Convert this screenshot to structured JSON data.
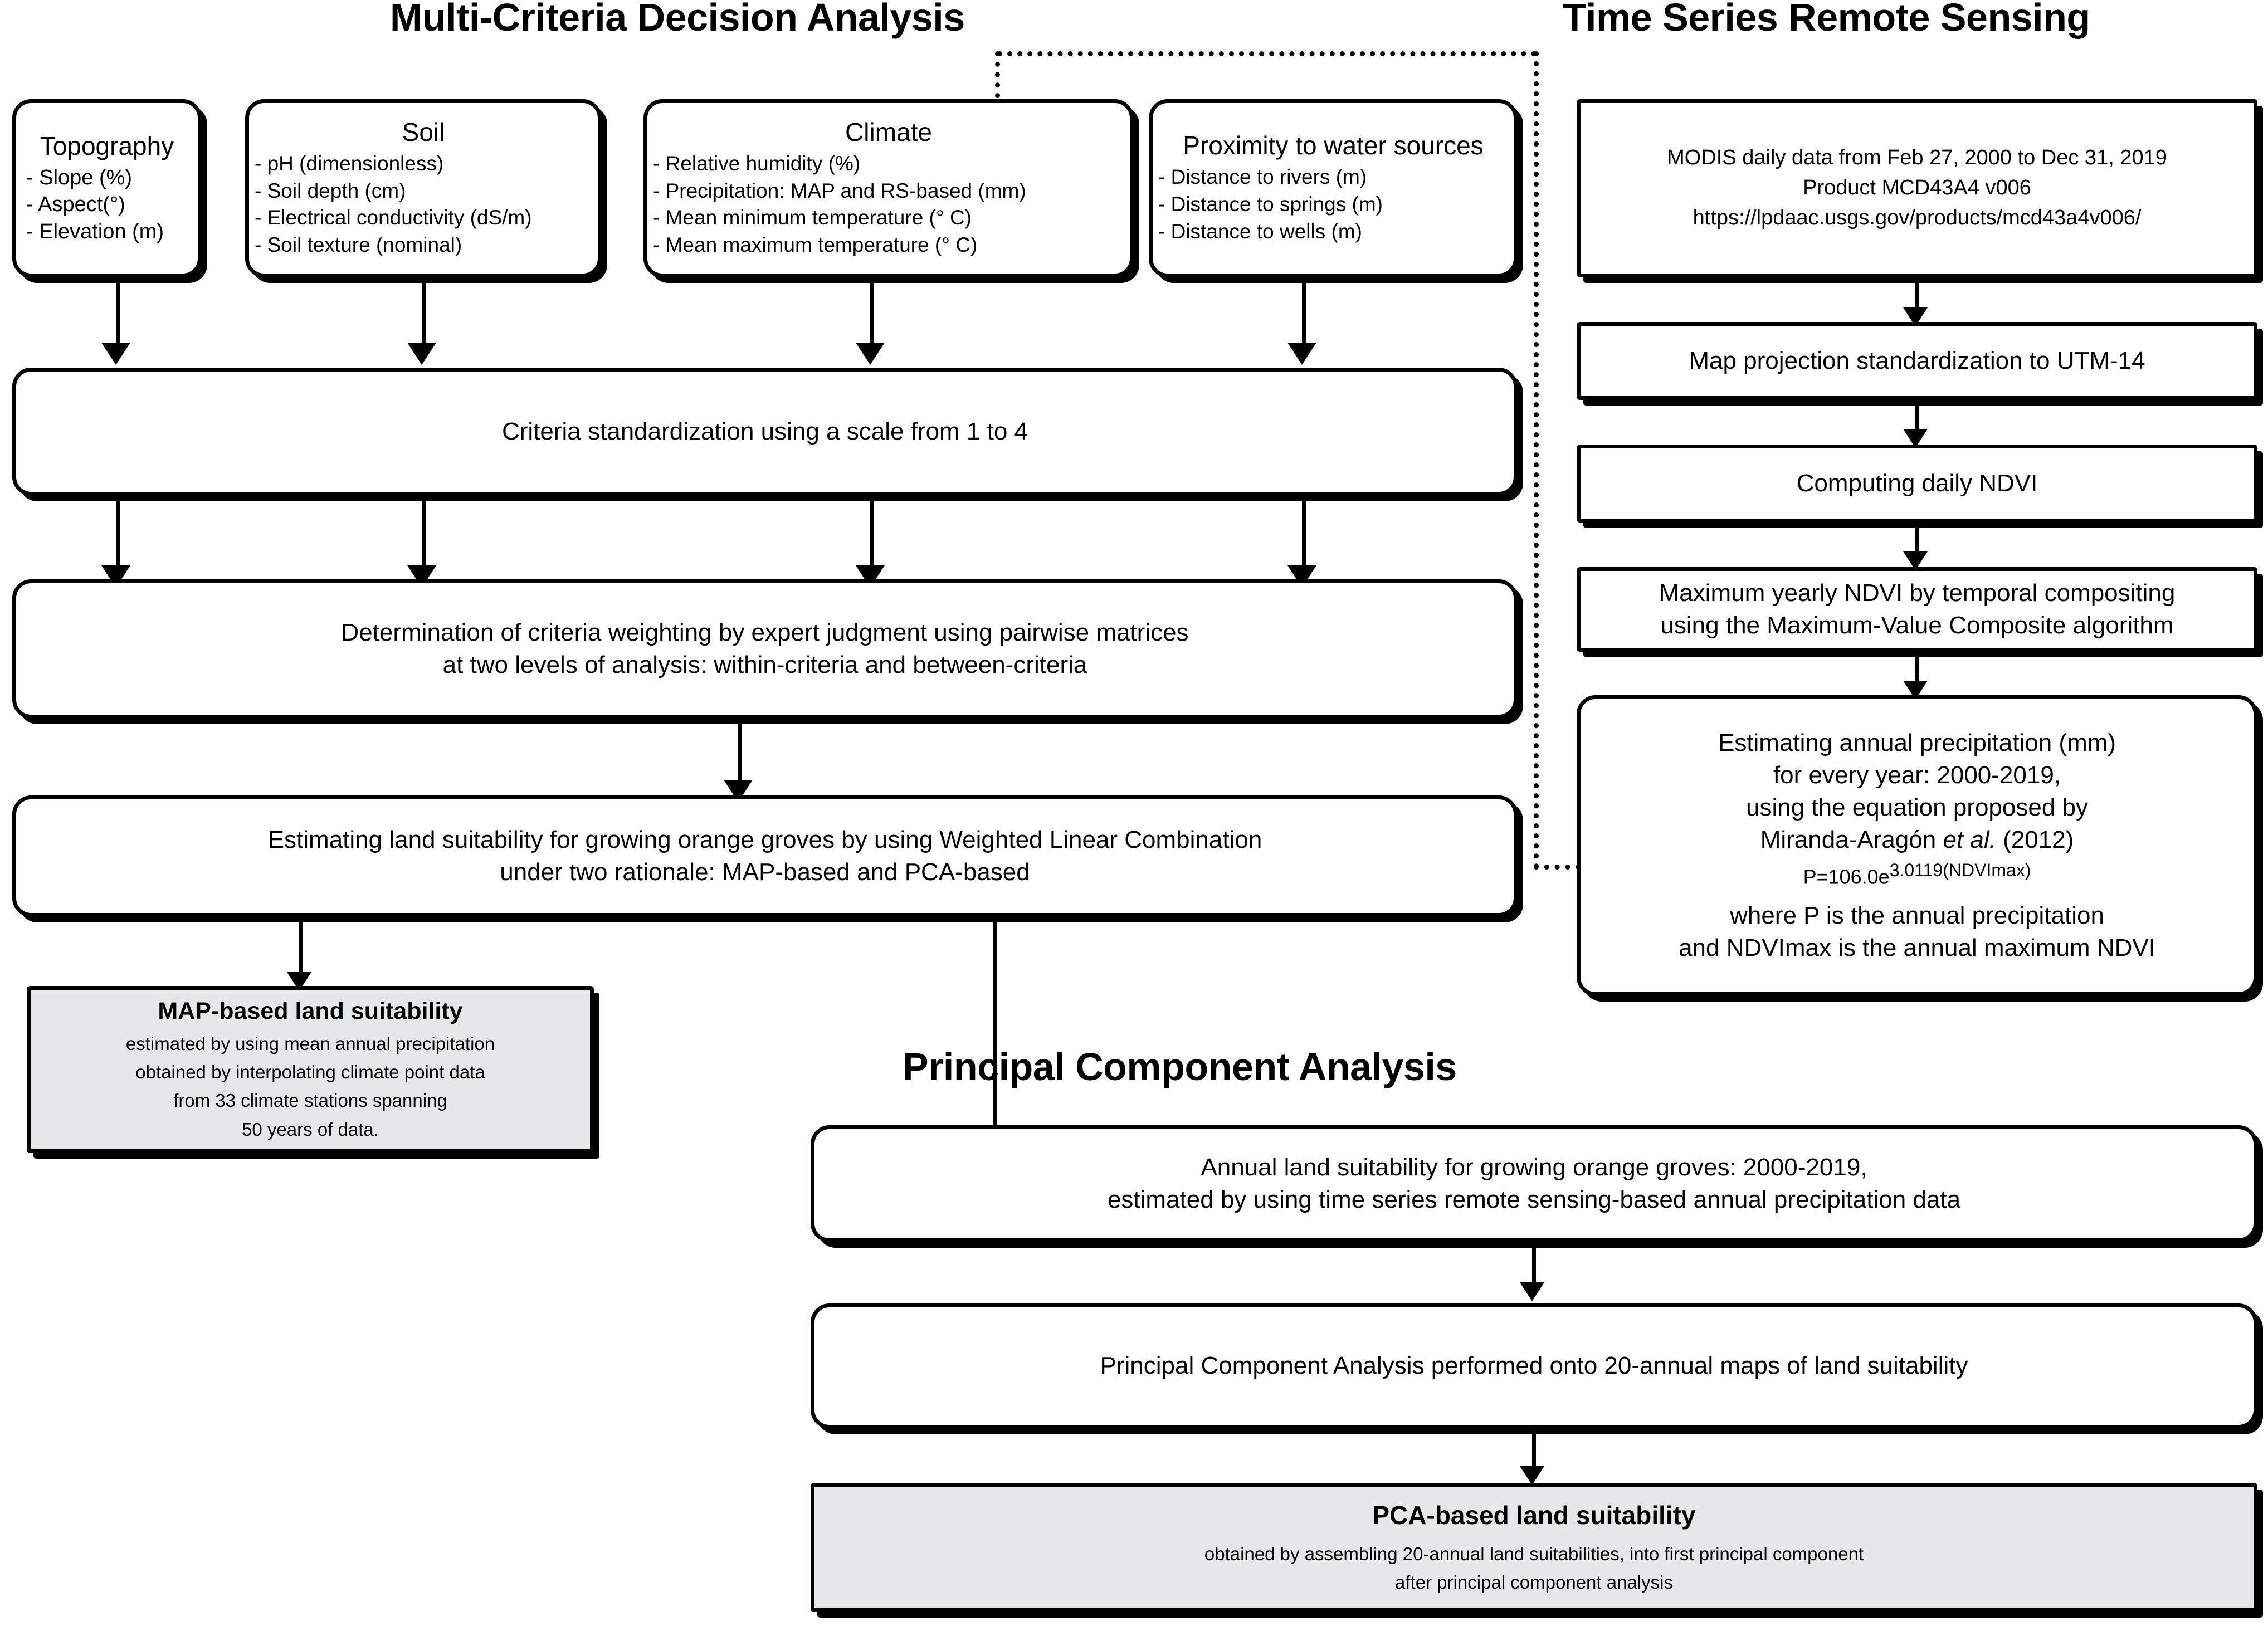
{
  "sections": {
    "mcda_title": "Multi-Criteria Decision Analysis",
    "tsrs_title": "Time Series Remote Sensing",
    "pca_title": "Principal Component Analysis"
  },
  "criteria_boxes": [
    {
      "title": "Topography",
      "items": [
        "Slope (%)",
        "Aspect(°)",
        "Elevation (m)"
      ]
    },
    {
      "title": "Soil",
      "items": [
        "pH (dimensionless)",
        "Soil depth (cm)",
        "Electrical conductivity (dS/m)",
        "Soil texture (nominal)"
      ]
    },
    {
      "title": "Climate",
      "items": [
        "Relative humidity (%)",
        "Precipitation: MAP and RS-based (mm)",
        "Mean minimum temperature (° C)",
        "Mean maximum temperature (° C)"
      ]
    },
    {
      "title": "Proximity to water sources",
      "items": [
        "Distance to rivers (m)",
        "Distance to springs (m)",
        "Distance to wells (m)"
      ]
    }
  ],
  "mcda_steps": {
    "standardization": "Criteria standardization using a scale from 1 to 4",
    "weighting_l1": "Determination of criteria weighting by expert judgment using pairwise matrices",
    "weighting_l2": "at two levels of analysis: within-criteria and between-criteria",
    "wlc_l1": "Estimating land suitability for growing orange groves by using Weighted Linear Combination",
    "wlc_l2": "under two rationale: MAP-based and PCA-based"
  },
  "map_result": {
    "heading": "MAP-based land suitability",
    "lines": [
      "estimated by using mean annual precipitation",
      "obtained by interpolating climate point data",
      "from 33 climate stations spanning",
      "50 years of data."
    ]
  },
  "tsrs_steps": {
    "source": {
      "lines": [
        "MODIS daily data from Feb 27, 2000 to Dec 31, 2019",
        "Product MCD43A4 v006",
        "https://lpdaac.usgs.gov/products/mcd43a4v006/"
      ]
    },
    "projection": "Map projection standardization to UTM-14",
    "ndvi": "Computing daily NDVI",
    "composite_l1": "Maximum yearly NDVI by temporal compositing",
    "composite_l2": "using the Maximum-Value Composite algorithm",
    "precip": {
      "lines": [
        "Estimating annual precipitation (mm)",
        "for every year: 2000-2019,",
        "using the equation proposed by"
      ],
      "citation_name": "Miranda-Aragón ",
      "citation_italic": "et al.",
      "citation_year": " (2012)",
      "equation_base": "P=106.0e",
      "equation_exponent": "3.0119(NDVImax)",
      "note_l1": "where P is the annual precipitation",
      "note_l2": "and NDVImax is the annual maximum NDVI"
    }
  },
  "pca_steps": {
    "annual_l1": "Annual land suitability for growing orange groves: 2000-2019,",
    "annual_l2": "estimated by using time series remote sensing-based annual precipitation data",
    "pca_run": "Principal Component Analysis performed onto 20-annual maps of land suitability",
    "result": {
      "heading": "PCA-based land suitability",
      "lines": [
        "obtained by assembling 20-annual land suitabilities, into first principal component",
        "after principal component analysis"
      ]
    }
  },
  "colors": {
    "stroke": "#000000",
    "result_fill": "#e4e8e9",
    "canvas": "#ffffff"
  }
}
